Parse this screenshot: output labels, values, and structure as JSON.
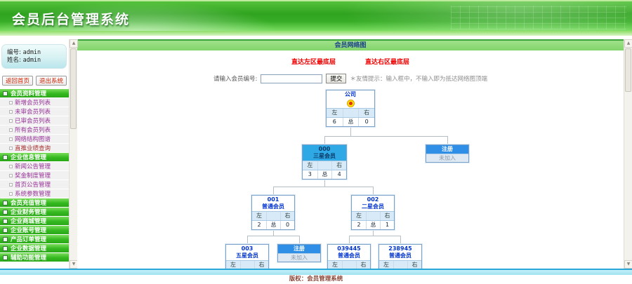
{
  "header": {
    "title": "会员后台管理系统"
  },
  "sidebar": {
    "user": {
      "id_label": "编号:",
      "id_value": "admin",
      "name_label": "姓名:",
      "name_value": "admin"
    },
    "home_button": "返回首页",
    "logout_button": "退出系统",
    "menu": [
      {
        "label": "会员资料管理"
      },
      {
        "label": "新增会员列表"
      },
      {
        "label": "未审会员列表"
      },
      {
        "label": "已审会员列表"
      },
      {
        "label": "所有会员列表"
      },
      {
        "label": "网络结构图谱"
      },
      {
        "label": "直推业绩查询"
      },
      {
        "label": "企业信息管理"
      },
      {
        "label": "新闻公告管理"
      },
      {
        "label": "奖金制度管理"
      },
      {
        "label": "首页公告管理"
      },
      {
        "label": "系统参数管理"
      },
      {
        "label": "会员充值管理"
      },
      {
        "label": "企业财务管理"
      },
      {
        "label": "企业商城管理"
      },
      {
        "label": "企业账号管理"
      },
      {
        "label": "产品订单管理"
      },
      {
        "label": "企业数据管理"
      },
      {
        "label": "辅助功能管理"
      }
    ]
  },
  "main": {
    "title": "会员网络图",
    "jump_left": "直达左区最底层",
    "jump_right": "直达右区最底层",
    "search": {
      "label": "请输入会员编号:",
      "value": "",
      "submit": "提交",
      "hint": "＊友情提示：输入框中，不输入即为抵达网络图顶端"
    },
    "tree": {
      "labels": {
        "left": "左",
        "right": "右",
        "total": "总"
      },
      "company": {
        "title": "公司",
        "left_count": "6",
        "right_count": "0"
      },
      "n000": {
        "id": "000",
        "grade": "三星会员",
        "left_count": "3",
        "right_count": "4"
      },
      "reg1": {
        "title": "注册",
        "status": "未加入"
      },
      "n001": {
        "id": "001",
        "grade": "普通会员",
        "left_count": "2",
        "right_count": "0"
      },
      "n002": {
        "id": "002",
        "grade": "二星会员",
        "left_count": "2",
        "right_count": "1"
      },
      "n003": {
        "id": "003",
        "grade": "五星会员",
        "left_count": "",
        "right_count": ""
      },
      "reg2": {
        "title": "注册",
        "status": "未加入"
      },
      "n039445": {
        "id": "039445",
        "grade": "普通会员",
        "left_count": "",
        "right_count": ""
      },
      "n238945": {
        "id": "238945",
        "grade": "普通会员",
        "left_count": "",
        "right_count": ""
      }
    }
  },
  "footer": {
    "text": "版权：会员管理系统"
  },
  "icons": {
    "scroll_up": "▲",
    "scroll_down": "▼"
  },
  "colors": {
    "header_green": "#2fa31f",
    "group_green": "#34b81f",
    "item_purple": "#993399",
    "link_red": "#ee0000",
    "node_blue": "#0033cc",
    "highlight_blue": "#2fa8e6",
    "footer_cyan": "#29a8d8"
  }
}
